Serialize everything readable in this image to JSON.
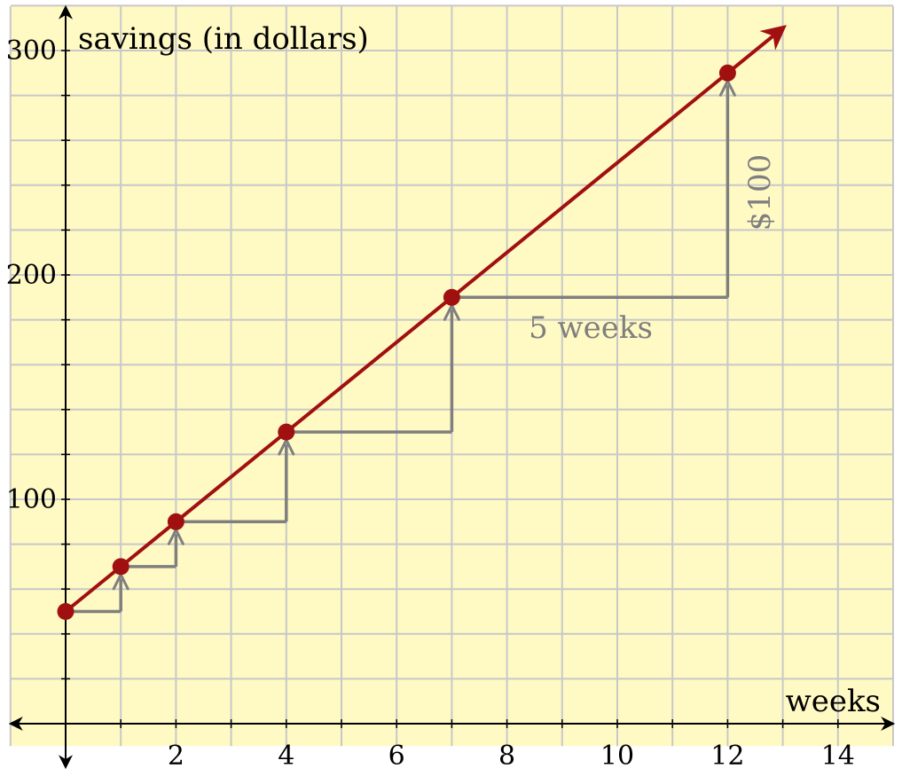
{
  "chart_data": {
    "type": "line",
    "xlabel": "weeks",
    "ylabel": "savings (in dollars)",
    "xlim": [
      -1,
      15
    ],
    "ylim": [
      -10,
      320
    ],
    "x_ticks": [
      2,
      4,
      6,
      8,
      10,
      12,
      14
    ],
    "y_ticks": [
      100,
      200,
      300
    ],
    "grid": true,
    "grid_step": {
      "x": 1,
      "y": 20
    },
    "series": [
      {
        "points": [
          {
            "x": 0,
            "y": 50
          },
          {
            "x": 1,
            "y": 70
          },
          {
            "x": 2,
            "y": 90
          },
          {
            "x": 4,
            "y": 130
          },
          {
            "x": 7,
            "y": 190
          },
          {
            "x": 12,
            "y": 290
          }
        ],
        "line_extends_to": {
          "x": 13,
          "y": 310
        }
      }
    ],
    "steps": [
      {
        "x0": 0,
        "y0": 50,
        "x1": 1,
        "y1": 70
      },
      {
        "x0": 1,
        "y0": 70,
        "x1": 2,
        "y1": 90
      },
      {
        "x0": 2,
        "y0": 90,
        "x1": 4,
        "y1": 130
      },
      {
        "x0": 4,
        "y0": 130,
        "x1": 7,
        "y1": 190
      },
      {
        "x0": 7,
        "y0": 190,
        "x1": 12,
        "y1": 290
      }
    ],
    "annotations": {
      "run_label": "5 weeks",
      "rise_label": "$100"
    },
    "colors": {
      "background": "#fff9c4",
      "grid": "#c8c8c8",
      "line": "#a01010",
      "step": "#7f7f7f",
      "axis": "#000000"
    }
  }
}
